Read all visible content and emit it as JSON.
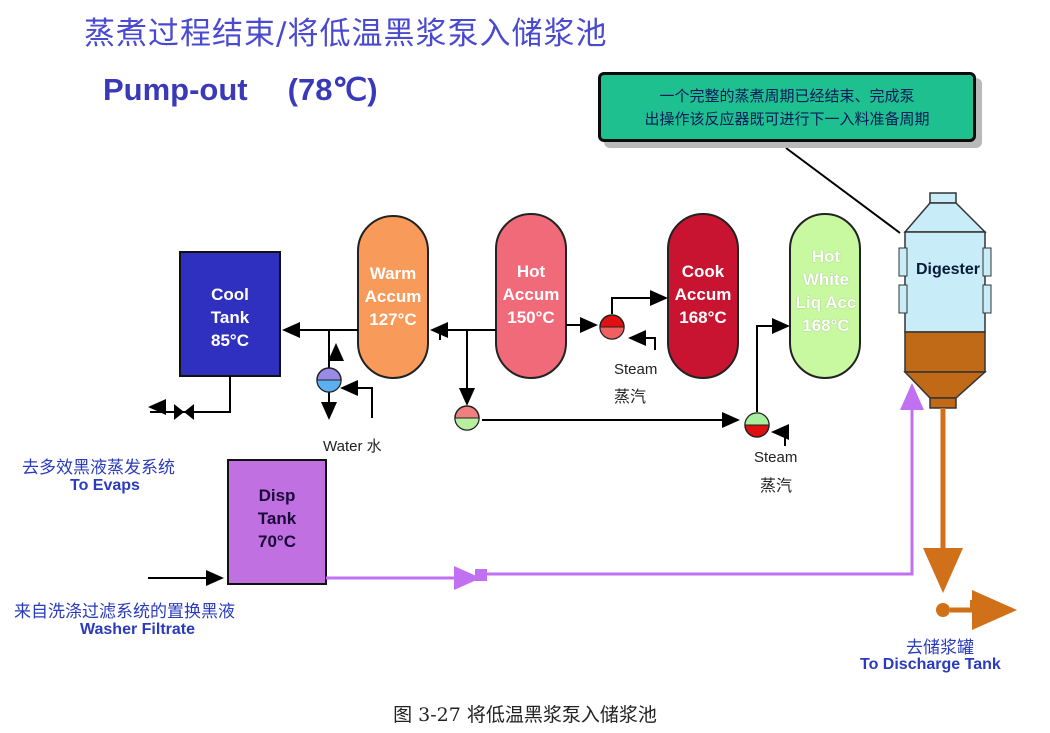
{
  "title": "蒸煮过程结束/将低温黑浆泵入储浆池",
  "subtitle": {
    "label": "Pump-out",
    "temp": "(78℃)"
  },
  "note": {
    "line1": "一个完整的蒸煮周期已经结束、完成泵",
    "line2": "出操作该反应器既可进行下一入料准备周期"
  },
  "vessels": {
    "cool_tank": {
      "l1": "Cool",
      "l2": "Tank",
      "l3": "85°C"
    },
    "warm_accum": {
      "l1": "Warm",
      "l2": "Accum",
      "l3": "127°C"
    },
    "hot_accum": {
      "l1": "Hot",
      "l2": "Accum",
      "l3": "150°C"
    },
    "cook_accum": {
      "l1": "Cook",
      "l2": "Accum",
      "l3": "168°C"
    },
    "hot_white": {
      "l1": "Hot",
      "l2": "White",
      "l3": "Liq Acc",
      "l4": "168°C"
    },
    "digester": {
      "l1": "Digester"
    },
    "disp_tank": {
      "l1": "Disp",
      "l2": "Tank",
      "l3": "70°C"
    }
  },
  "labels": {
    "water": "Water  水",
    "steam1_en": "Steam",
    "steam1_cn": "蒸汽",
    "steam2_en": "Steam",
    "steam2_cn": "蒸汽",
    "evaps_cn": "去多效黑液蒸发系统",
    "evaps_en": "To Evaps",
    "filtrate_cn": "来自洗涤过滤系统的置换黑液",
    "filtrate_en": "Washer Filtrate",
    "discharge_cn": "去储浆罐",
    "discharge_en": "To Discharge Tank"
  },
  "caption": "图 3-27   将低温黑浆泵入储浆池",
  "colors": {
    "cool": "#3030c0",
    "warm": "#f79a5a",
    "hot": "#f06a7a",
    "cook": "#c81430",
    "white": "#c8f8a0",
    "digester_top": "#c8ecf8",
    "digester_bottom": "#c06a18",
    "disp": "#c070e0",
    "purple_line": "#c070f0",
    "brown_line": "#d07018",
    "title_blue": "#4a4ad0"
  }
}
